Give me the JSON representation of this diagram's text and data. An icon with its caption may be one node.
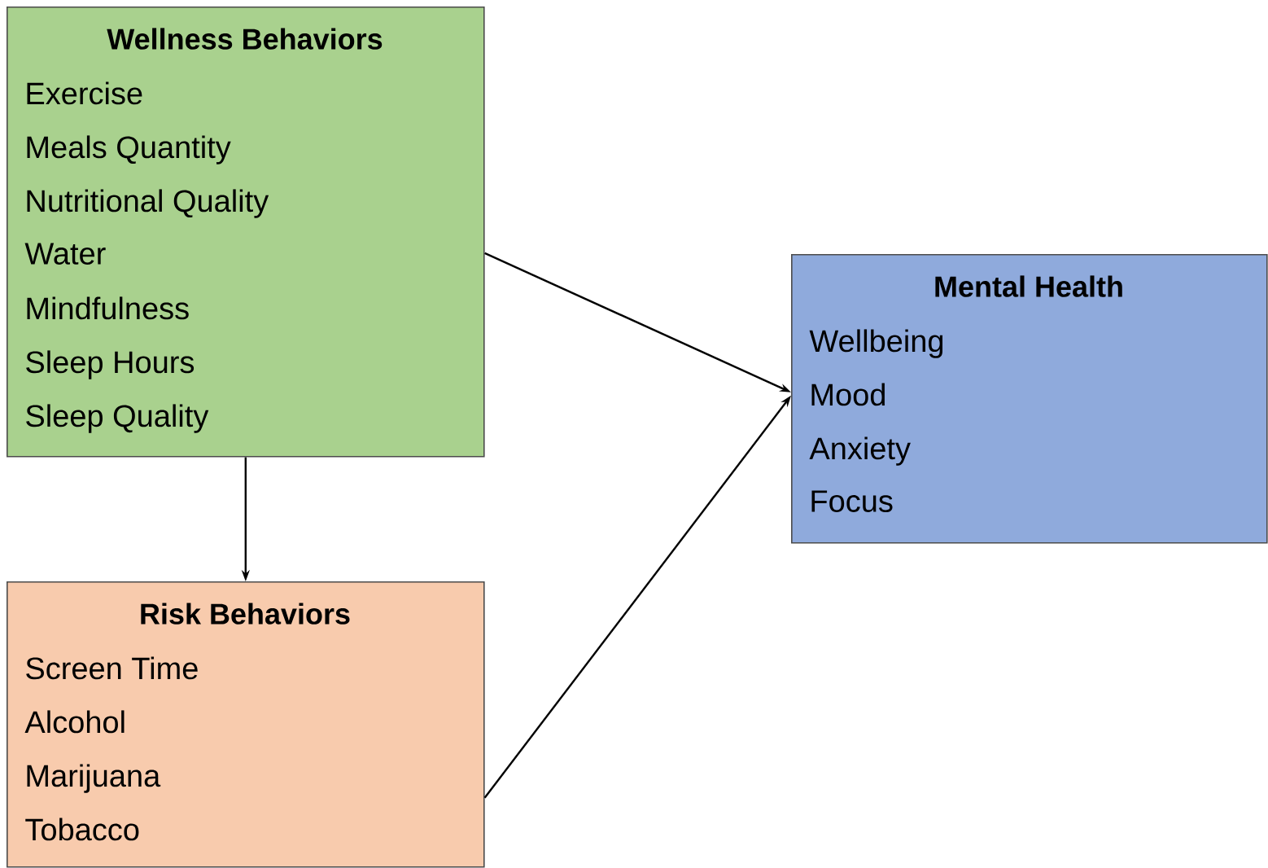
{
  "diagram": {
    "nodes": [
      {
        "text": [
          "Wellness Behaviors",
          "Exercise",
          "Meals Quantity",
          "Nutritional Quality",
          "Water",
          "Mindfulness",
          "Sleep Hours",
          "Sleep Quality"
        ]
      },
      {
        "text": [
          "Risk Behaviors",
          "Screen Time",
          "Alcohol",
          "Marijuana",
          "Tobacco"
        ]
      },
      {
        "text": [
          "Mental Health",
          "Wellbeing",
          "Mood",
          "Anxiety",
          "Focus"
        ]
      }
    ],
    "edges": [
      {
        "from": 0,
        "to": 2,
        "arrow": "to"
      },
      {
        "from": 0,
        "to": 1,
        "arrow": "to"
      },
      {
        "from": 1,
        "to": 2,
        "arrow": "to"
      }
    ]
  }
}
